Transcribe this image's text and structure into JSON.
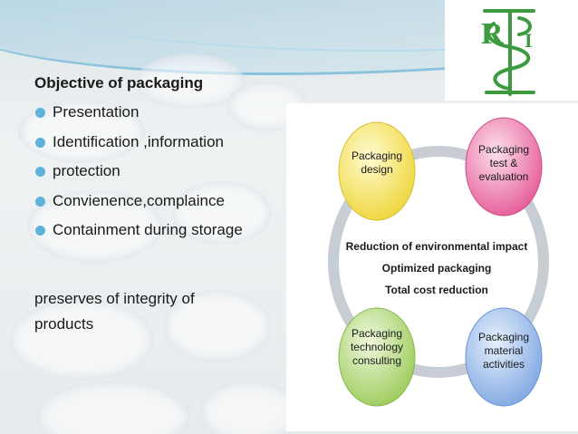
{
  "slide": {
    "heading": "Objective of packaging",
    "bullets": [
      "Presentation",
      "Identification ,information",
      "protection",
      "Convienence,complaince",
      "Containment during storage"
    ],
    "note_line1": " preserves of integrity of",
    "note_line2": "products"
  },
  "logo": {
    "letters": "R",
    "letters2": "I"
  },
  "diagram": {
    "nodes": [
      {
        "line1": "Packaging",
        "line2": "design",
        "line3": "",
        "color": "#f3e35a"
      },
      {
        "line1": "Packaging",
        "line2": "test &",
        "line3": "evaluation",
        "color": "#e96aa0"
      },
      {
        "line1": "Packaging",
        "line2": "technology",
        "line3": "consulting",
        "color": "#a8d16a"
      },
      {
        "line1": "Packaging",
        "line2": "material",
        "line3": "activities",
        "color": "#8fb4e8"
      }
    ],
    "center": [
      "Reduction of environmental impact",
      "Optimized packaging",
      "Total cost reduction"
    ]
  },
  "colors": {
    "bullet": "#5fb3d9",
    "logo_green": "#3d9a3f"
  }
}
